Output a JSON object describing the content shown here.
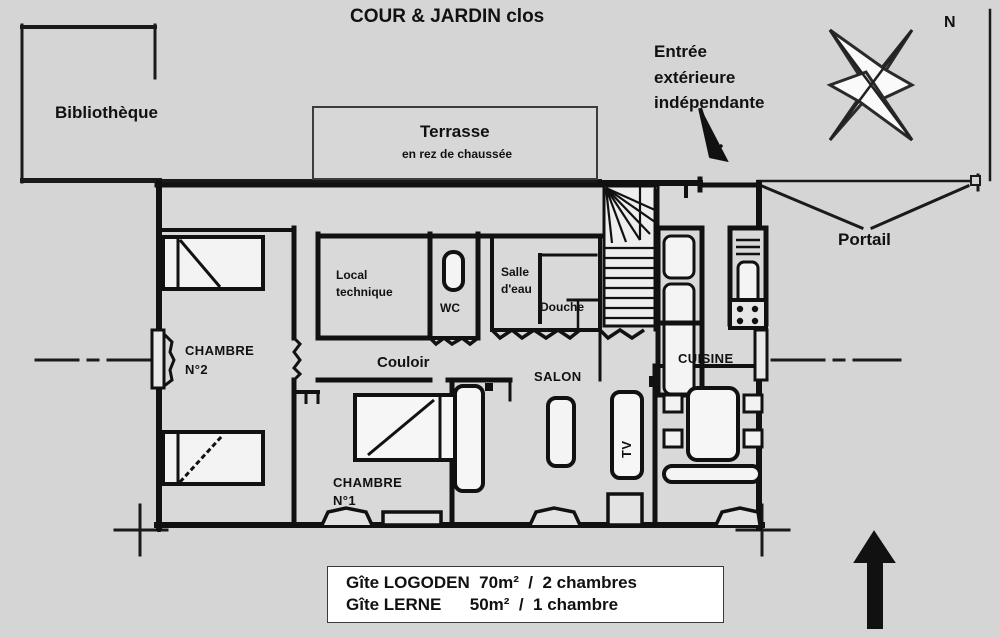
{
  "plan": {
    "title": "COUR & JARDIN clos",
    "annotations": {
      "bibliotheque": "Bibliothèque",
      "terrasse": "Terrasse",
      "terrasse_sub": "en rez de chaussée",
      "entree_l1": "Entrée",
      "entree_l2": "extérieure",
      "entree_l3": "indépendante",
      "portail": "Portail",
      "north": "N"
    },
    "rooms": [
      {
        "id": "chambre2",
        "label_l1": "CHAMBRE",
        "label_l2": "N°2"
      },
      {
        "id": "chambre1",
        "label_l1": "CHAMBRE",
        "label_l2": "N°1"
      },
      {
        "id": "local-technique",
        "label_l1": "Local",
        "label_l2": "technique"
      },
      {
        "id": "wc",
        "label_l1": "WC",
        "label_l2": ""
      },
      {
        "id": "salle-deau",
        "label_l1": "Salle",
        "label_l2": "d'eau"
      },
      {
        "id": "douche",
        "label_l1": "Douche",
        "label_l2": ""
      },
      {
        "id": "couloir",
        "label_l1": "Couloir",
        "label_l2": ""
      },
      {
        "id": "salon",
        "label_l1": "SALON",
        "label_l2": ""
      },
      {
        "id": "cuisine",
        "label_l1": "CUISINE",
        "label_l2": ""
      }
    ],
    "furniture": {
      "tv": "TV"
    },
    "legend": {
      "line1": "Gîte LOGODEN  70m²  /  2 chambres",
      "line2": "Gîte LERNE      50m²  /  1 chambre"
    },
    "colors": {
      "background": "#d5d5d5",
      "wall": "#111111",
      "interior_fill": "#d9d9d9",
      "white_fill": "#f2f2f2",
      "legend_bg": "#ffffff"
    }
  }
}
